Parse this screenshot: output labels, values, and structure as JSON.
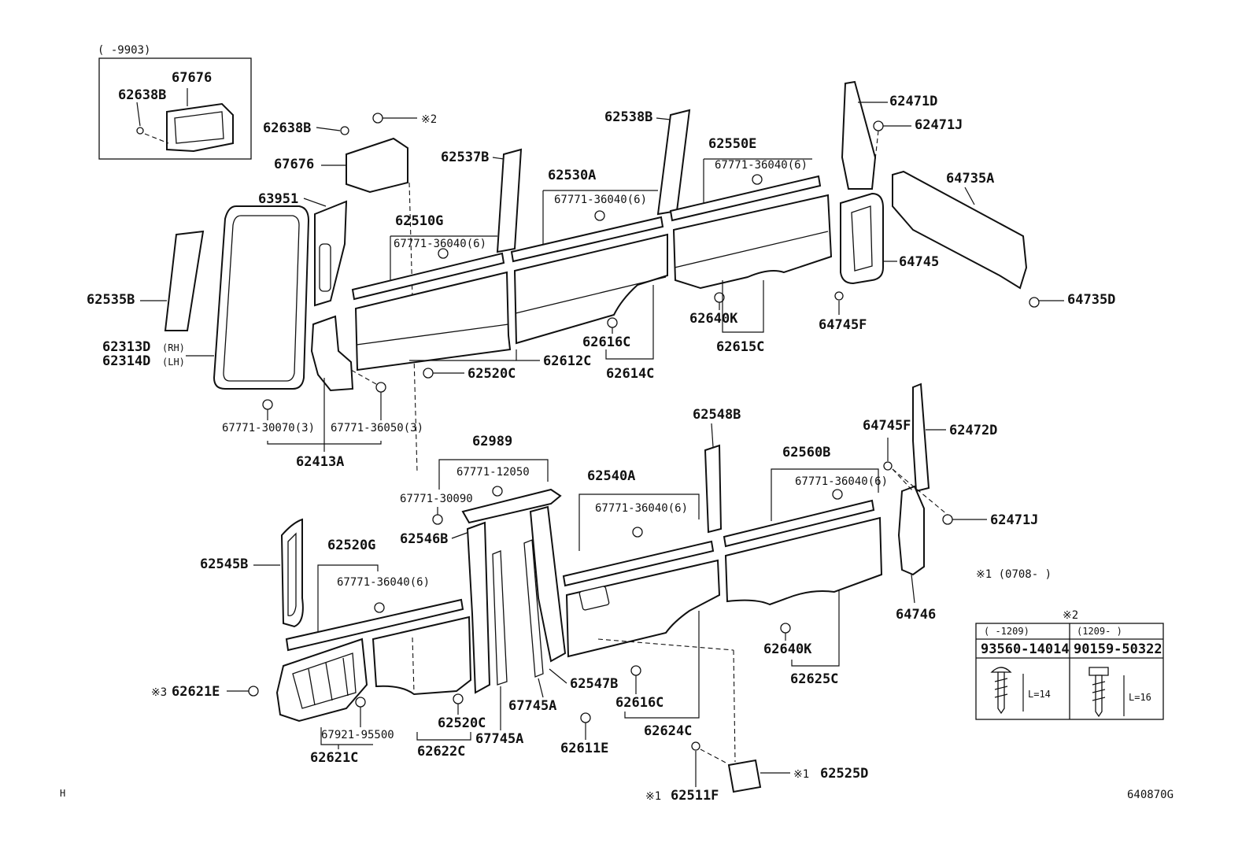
{
  "labels": {
    "inset_range": "(      -9903)",
    "p67676_inset": "67676",
    "p62638B_inset": "62638B",
    "p62638B": "62638B",
    "p67676": "67676",
    "note2_top": "※2",
    "p63951": "63951",
    "p62535B": "62535B",
    "p62313D": "62313D",
    "p62313D_side": "(RH)",
    "p62314D": "62314D",
    "p62314D_side": "(LH)",
    "p62537B": "62537B",
    "p62510G": "62510G",
    "p67771_36040_a": "67771-36040(6)",
    "p62530A": "62530A",
    "p67771_36040_b": "67771-36040(6)",
    "p62538B": "62538B",
    "p62550E": "62550E",
    "p67771_36040_c": "67771-36040(6)",
    "p62471D": "62471D",
    "p62471J_top": "62471J",
    "p64735A": "64735A",
    "p64745": "64745",
    "p64735D": "64735D",
    "p64745F_top": "64745F",
    "p62640K_top": "62640K",
    "p62615C": "62615C",
    "p62616C_top": "62616C",
    "p62614C": "62614C",
    "p62612C": "62612C",
    "p62520C_top": "62520C",
    "p67771_30070": "67771-30070(3)",
    "p67771_36050": "67771-36050(3)",
    "p62413A": "62413A",
    "p62989": "62989",
    "p67771_12050": "67771-12050",
    "p67771_30090": "67771-30090",
    "p62546B": "62546B",
    "p62540A": "62540A",
    "p67771_36040_d": "67771-36040(6)",
    "p62548B": "62548B",
    "p62560B": "62560B",
    "p67771_36040_e": "67771-36040(6)",
    "p64745F_bottom": "64745F",
    "p62472D": "62472D",
    "p62471J_bottom": "62471J",
    "p64746": "64746",
    "note1_range": "※1 (0708-      )",
    "p62545B": "62545B",
    "p62520G": "62520G",
    "p67771_36040_f": "67771-36040(6)",
    "note3": "※3",
    "p62621E": "62621E",
    "p67921_95500": "67921-95500",
    "p62621C": "62621C",
    "p62520C_bottom": "62520C",
    "p62622C": "62622C",
    "p67745A_a": "67745A",
    "p67745A_b": "67745A",
    "p62547B": "62547B",
    "p62611E": "62611E",
    "p62616C_bottom": "62616C",
    "p62624C": "62624C",
    "p62640K_bottom": "62640K",
    "p62625C": "62625C",
    "note1_511": "※1",
    "p62511F": "62511F",
    "note1_525": "※1",
    "p62525D": "62525D",
    "corner_left": "H",
    "diagram_code": "640870G"
  },
  "table": {
    "title": "※2",
    "col1_range": "(     -1209)",
    "col2_range": "(1209-     )",
    "col1_part": "93560-14014",
    "col2_part": "90159-50322",
    "col1_length": "L=14",
    "col2_length": "L=16"
  }
}
